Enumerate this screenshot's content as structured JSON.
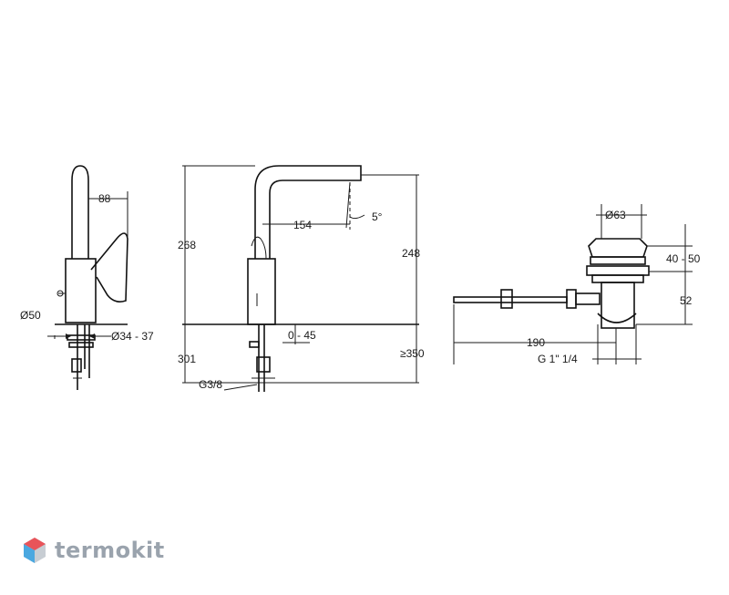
{
  "dimensions": {
    "side_width": "88",
    "base_diameter": "Ø50",
    "hole_range": "Ø34 - 37",
    "total_height": "268",
    "spout_reach": "154",
    "spout_angle": "5°",
    "spout_height": "248",
    "hose_length": "301",
    "deck_thickness": "0 - 45",
    "min_clearance": "≥350",
    "connection_thread": "G3/8",
    "plug_diameter": "Ø63",
    "plug_height": "40 - 50",
    "waste_height": "52",
    "rod_length": "190",
    "waste_thread": "G 1\" 1/4"
  },
  "brand": {
    "logo_text": "termokit",
    "logo_colors": [
      "#e8545a",
      "#4aa8e0",
      "#c7cdd3"
    ]
  }
}
